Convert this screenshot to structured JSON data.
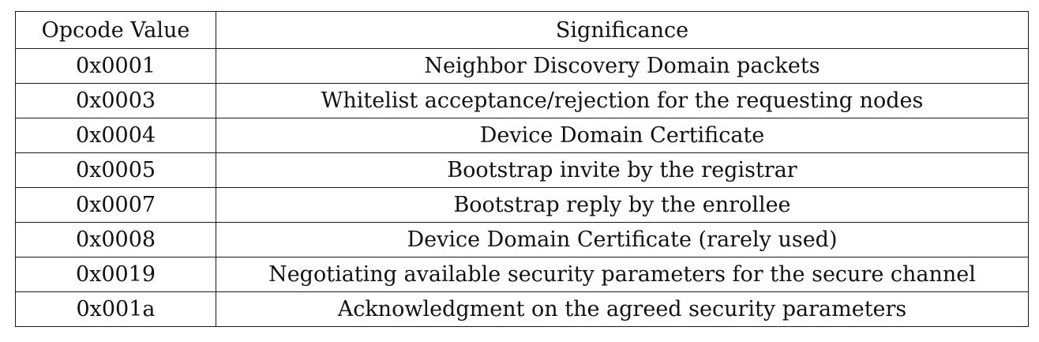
{
  "table": {
    "headers": [
      "Opcode Value",
      "Significance"
    ],
    "rows": [
      [
        "0x0001",
        "Neighbor Discovery Domain packets"
      ],
      [
        "0x0003",
        "Whitelist acceptance/rejection for the requesting nodes"
      ],
      [
        "0x0004",
        "Device Domain Certificate"
      ],
      [
        "0x0005",
        "Bootstrap invite by the registrar"
      ],
      [
        "0x0007",
        "Bootstrap reply by the enrollee"
      ],
      [
        "0x0008",
        "Device Domain Certificate (rarely used)"
      ],
      [
        "0x0019",
        "Negotiating available security parameters for the secure channel"
      ],
      [
        "0x001a",
        "Acknowledgment on the agreed security parameters"
      ]
    ]
  }
}
